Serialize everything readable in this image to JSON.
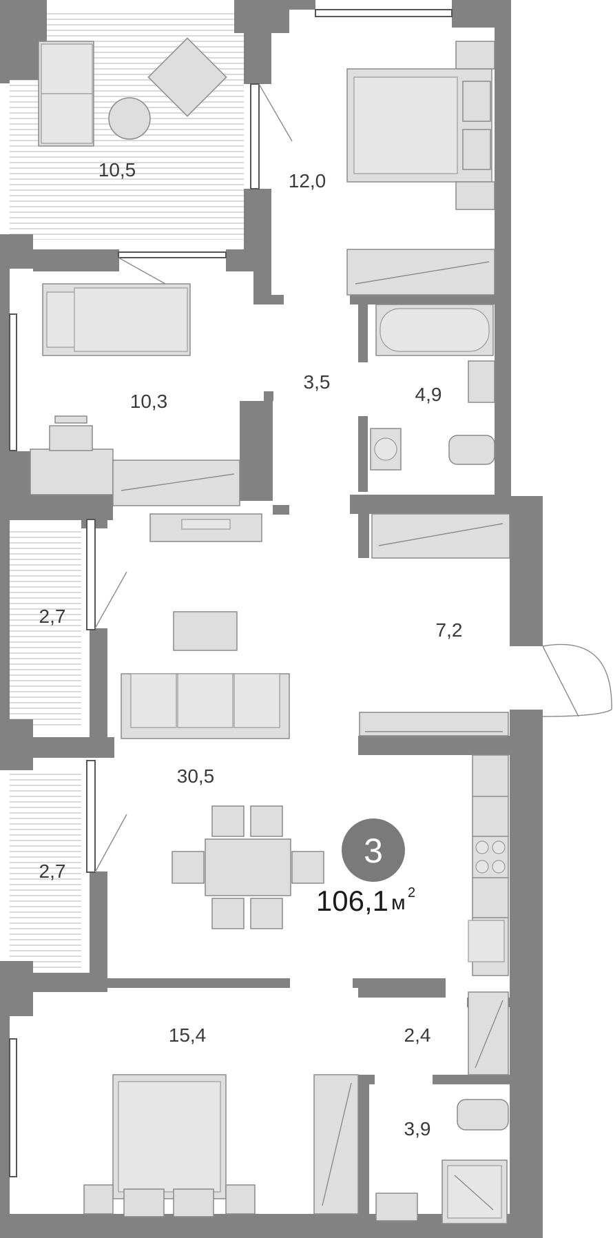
{
  "rooms": {
    "balcony_top": "10,5",
    "bedroom_top_right": "12,0",
    "bedroom_left": "10,3",
    "corridor": "3,5",
    "bathroom_upper": "4,9",
    "balcony_mid": "2,7",
    "hall": "7,2",
    "balcony_low": "2,7",
    "living_kitchen": "30,5",
    "bedroom_bottom": "15,4",
    "wardrobe_small": "2,4",
    "bathroom_lower": "3,9"
  },
  "apartment": {
    "rooms_count": "3",
    "total_area": "106,1",
    "area_unit": "м",
    "area_unit_power": "2"
  },
  "colors": {
    "wall": "#828282",
    "furniture": "#dedede",
    "badge": "#7a7a7a",
    "text": "#3a3a3a"
  }
}
